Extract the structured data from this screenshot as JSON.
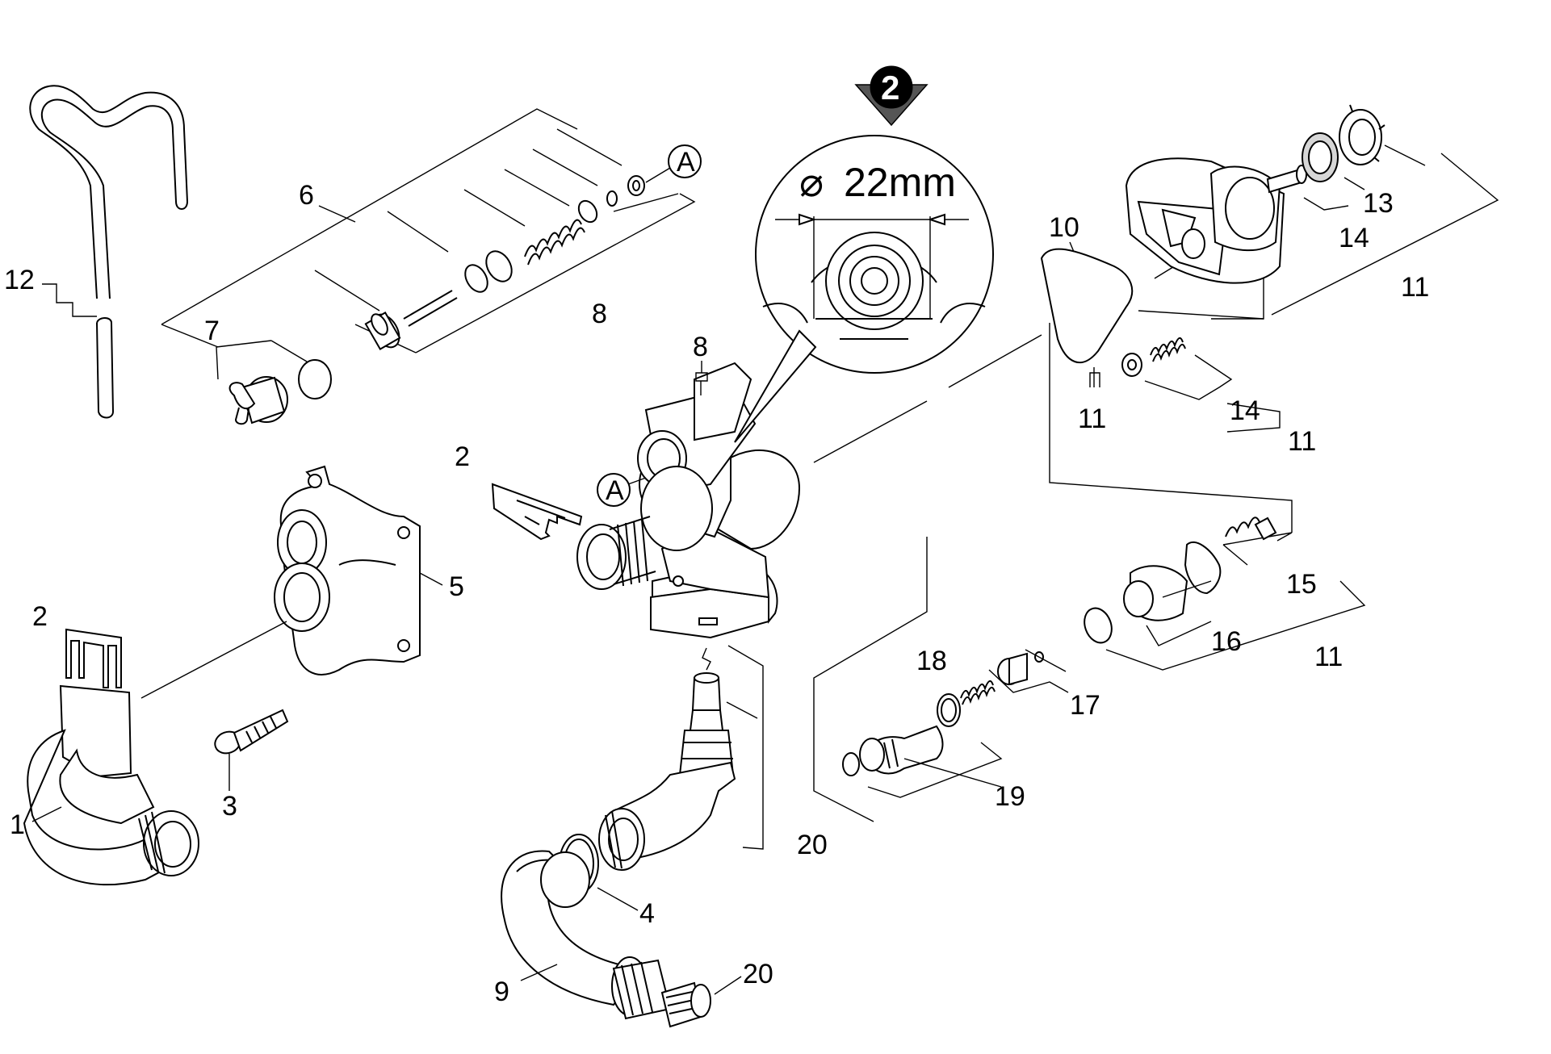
{
  "diagram": {
    "callout": {
      "arrow_number": "2",
      "diameter_symbol": "⌀",
      "diameter_value": "22mm"
    },
    "labels": {
      "p1": "1",
      "p2a": "2",
      "p2b": "2",
      "p3": "3",
      "p4": "4",
      "p5": "5",
      "p6": "6",
      "p7": "7",
      "p8a": "8",
      "p8b": "8",
      "p9": "9",
      "p10": "10",
      "p11a": "11",
      "p11b": "11",
      "p11c": "11",
      "p11d": "11",
      "p12": "12",
      "p13": "13",
      "p14a": "14",
      "p14b": "14",
      "p15": "15",
      "p16": "16",
      "p17": "17",
      "p18": "18",
      "p19": "19",
      "p20a": "20",
      "p20b": "20",
      "markA1": "A",
      "markA2": "A"
    }
  }
}
